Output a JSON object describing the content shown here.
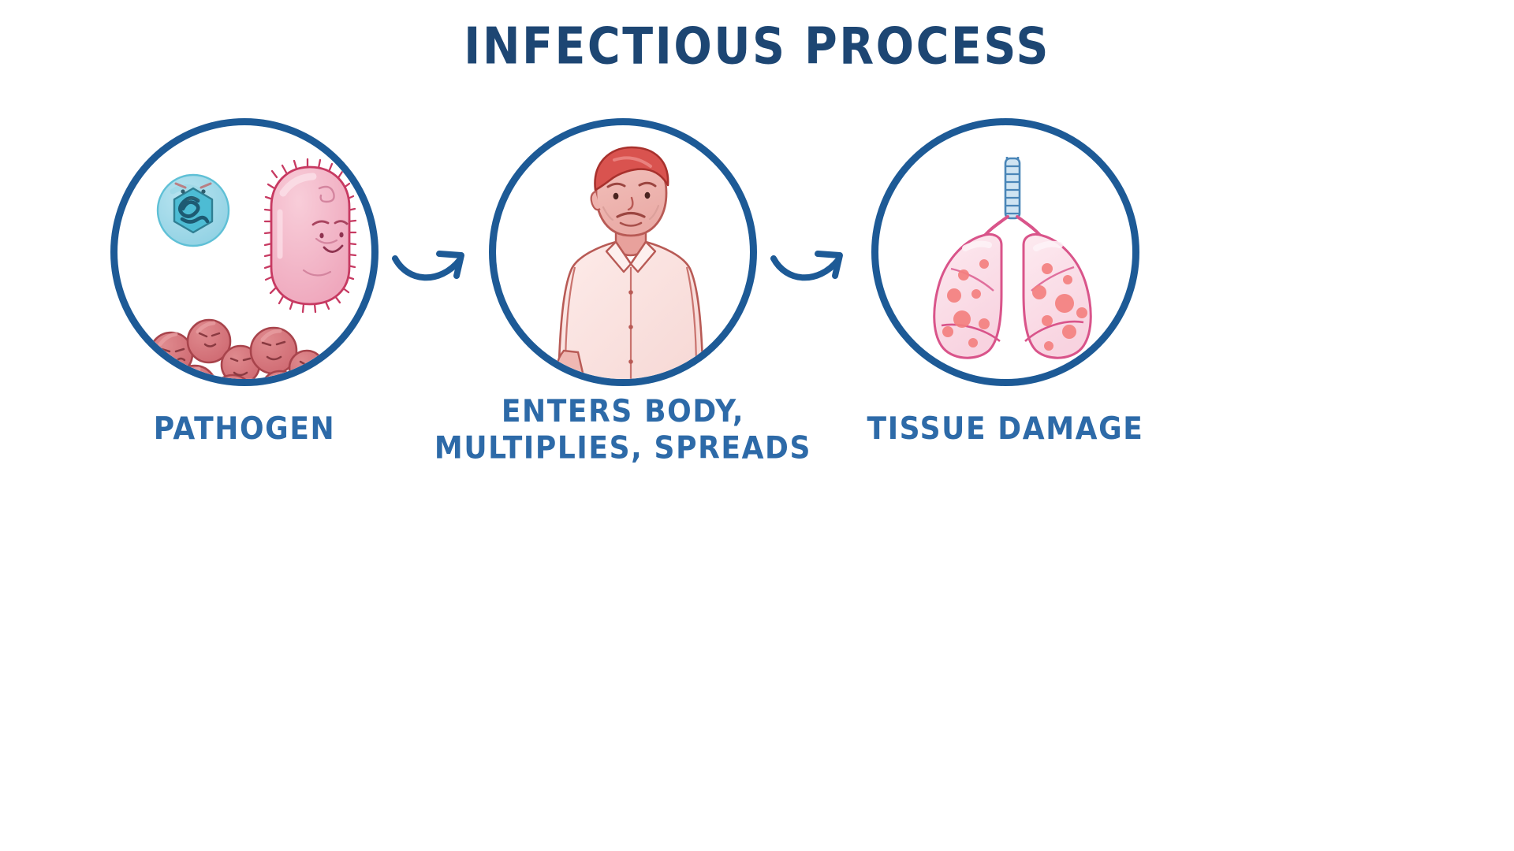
{
  "page": {
    "title": "INFECTIOUS PROCESS",
    "background_color": "#ffffff"
  },
  "theme": {
    "title_color": "#1d4673",
    "circle_stroke": "#1d5a96",
    "caption_color": "#2d6aa8",
    "arrow_color": "#1d5a96",
    "virus_body": "#9ed8e8",
    "virus_spike": "#2f7f93",
    "virus_core": "#4dbcd4",
    "bacillus_body": "#f2b2c4",
    "bacillus_outline": "#c73a62",
    "coccus_body": "#d9737a",
    "coccus_outline": "#a8444c",
    "skin": "#f0b7b3",
    "hair": "#d9534f",
    "shirt": "#fbe0de",
    "lung_fill": "#fbdfe6",
    "lung_outline": "#d9548a",
    "lesion": "#f4807f",
    "trachea": "#7fb4d8"
  },
  "steps": [
    {
      "id": "step-1",
      "caption_lines": [
        "PATHOGEN"
      ],
      "illustration": "pathogen-microbes",
      "elements": [
        "virus-icon",
        "bacillus-icon",
        "cocci-cluster-icon"
      ]
    },
    {
      "id": "step-2",
      "caption_lines": [
        "ENTERS BODY,",
        "MULTIPLIES, SPREADS"
      ],
      "illustration": "infected-person",
      "elements": [
        "person-icon"
      ]
    },
    {
      "id": "step-3",
      "caption_lines": [
        "TISSUE DAMAGE"
      ],
      "illustration": "damaged-lungs",
      "elements": [
        "lungs-icon",
        "lesion-spots"
      ]
    }
  ],
  "arrows": [
    {
      "id": "arrow-1",
      "from": "step-1",
      "to": "step-2",
      "shape": "curved-right"
    },
    {
      "id": "arrow-2",
      "from": "step-2",
      "to": "step-3",
      "shape": "curved-right"
    }
  ]
}
